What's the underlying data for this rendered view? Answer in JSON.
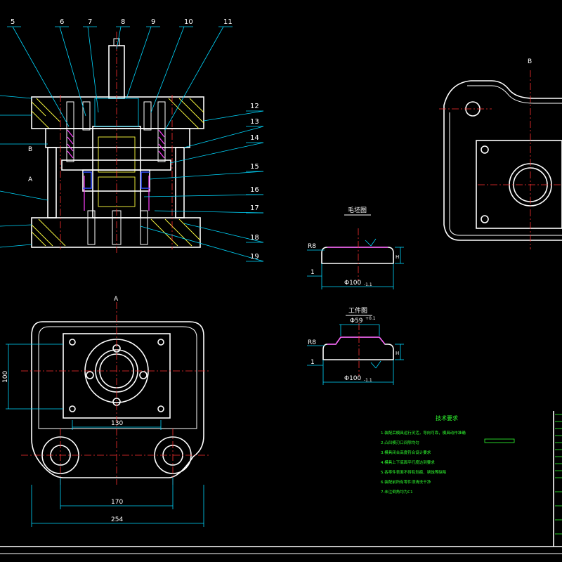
{
  "part_numbers": [
    "5",
    "6",
    "7",
    "8",
    "9",
    "10",
    "11",
    "12",
    "13",
    "14",
    "15",
    "16",
    "17",
    "18",
    "19"
  ],
  "view_labels": {
    "section_a": "A",
    "section_b": "B",
    "plan_a": "A",
    "side_b": "B"
  },
  "dimensions": {
    "plan_height": "100",
    "plan_inner_width": "130",
    "plan_holes_width": "170",
    "plan_total_width": "254",
    "blank_radius": "R8",
    "blank_thickness": "1",
    "blank_diameter": "Φ100",
    "blank_fit": "-1.1",
    "work_radius": "R8",
    "work_thickness": "1",
    "work_inner": "Φ59",
    "work_inner_fit": "+0.1",
    "work_diameter": "Φ100",
    "work_fit": "-1.1",
    "height_mark": "H"
  },
  "blank_title": "毛坯图",
  "workpiece_title": "工件图",
  "technical_requirements": {
    "title": "技术要求",
    "items": [
      "1.装配后模具运行灵活，导向可靠，模具动作准确",
      "2.凸凹模刃口间隙均匀",
      "3.模具闭合高度符合设计要求",
      "4.模具上下底面平行度达到要求",
      "5.各零件表面不得有划痕、锈蚀等缺陷",
      "6.装配前所有零件须清洗干净",
      "7.未注倒角均为C1"
    ]
  },
  "colors": {
    "background": "#000000",
    "outline": "#ffffff",
    "leader": "#00d8ff",
    "center": "#ff3030",
    "section": "#ffff40",
    "notes": "#30ff30",
    "part": "#ff40ff"
  }
}
